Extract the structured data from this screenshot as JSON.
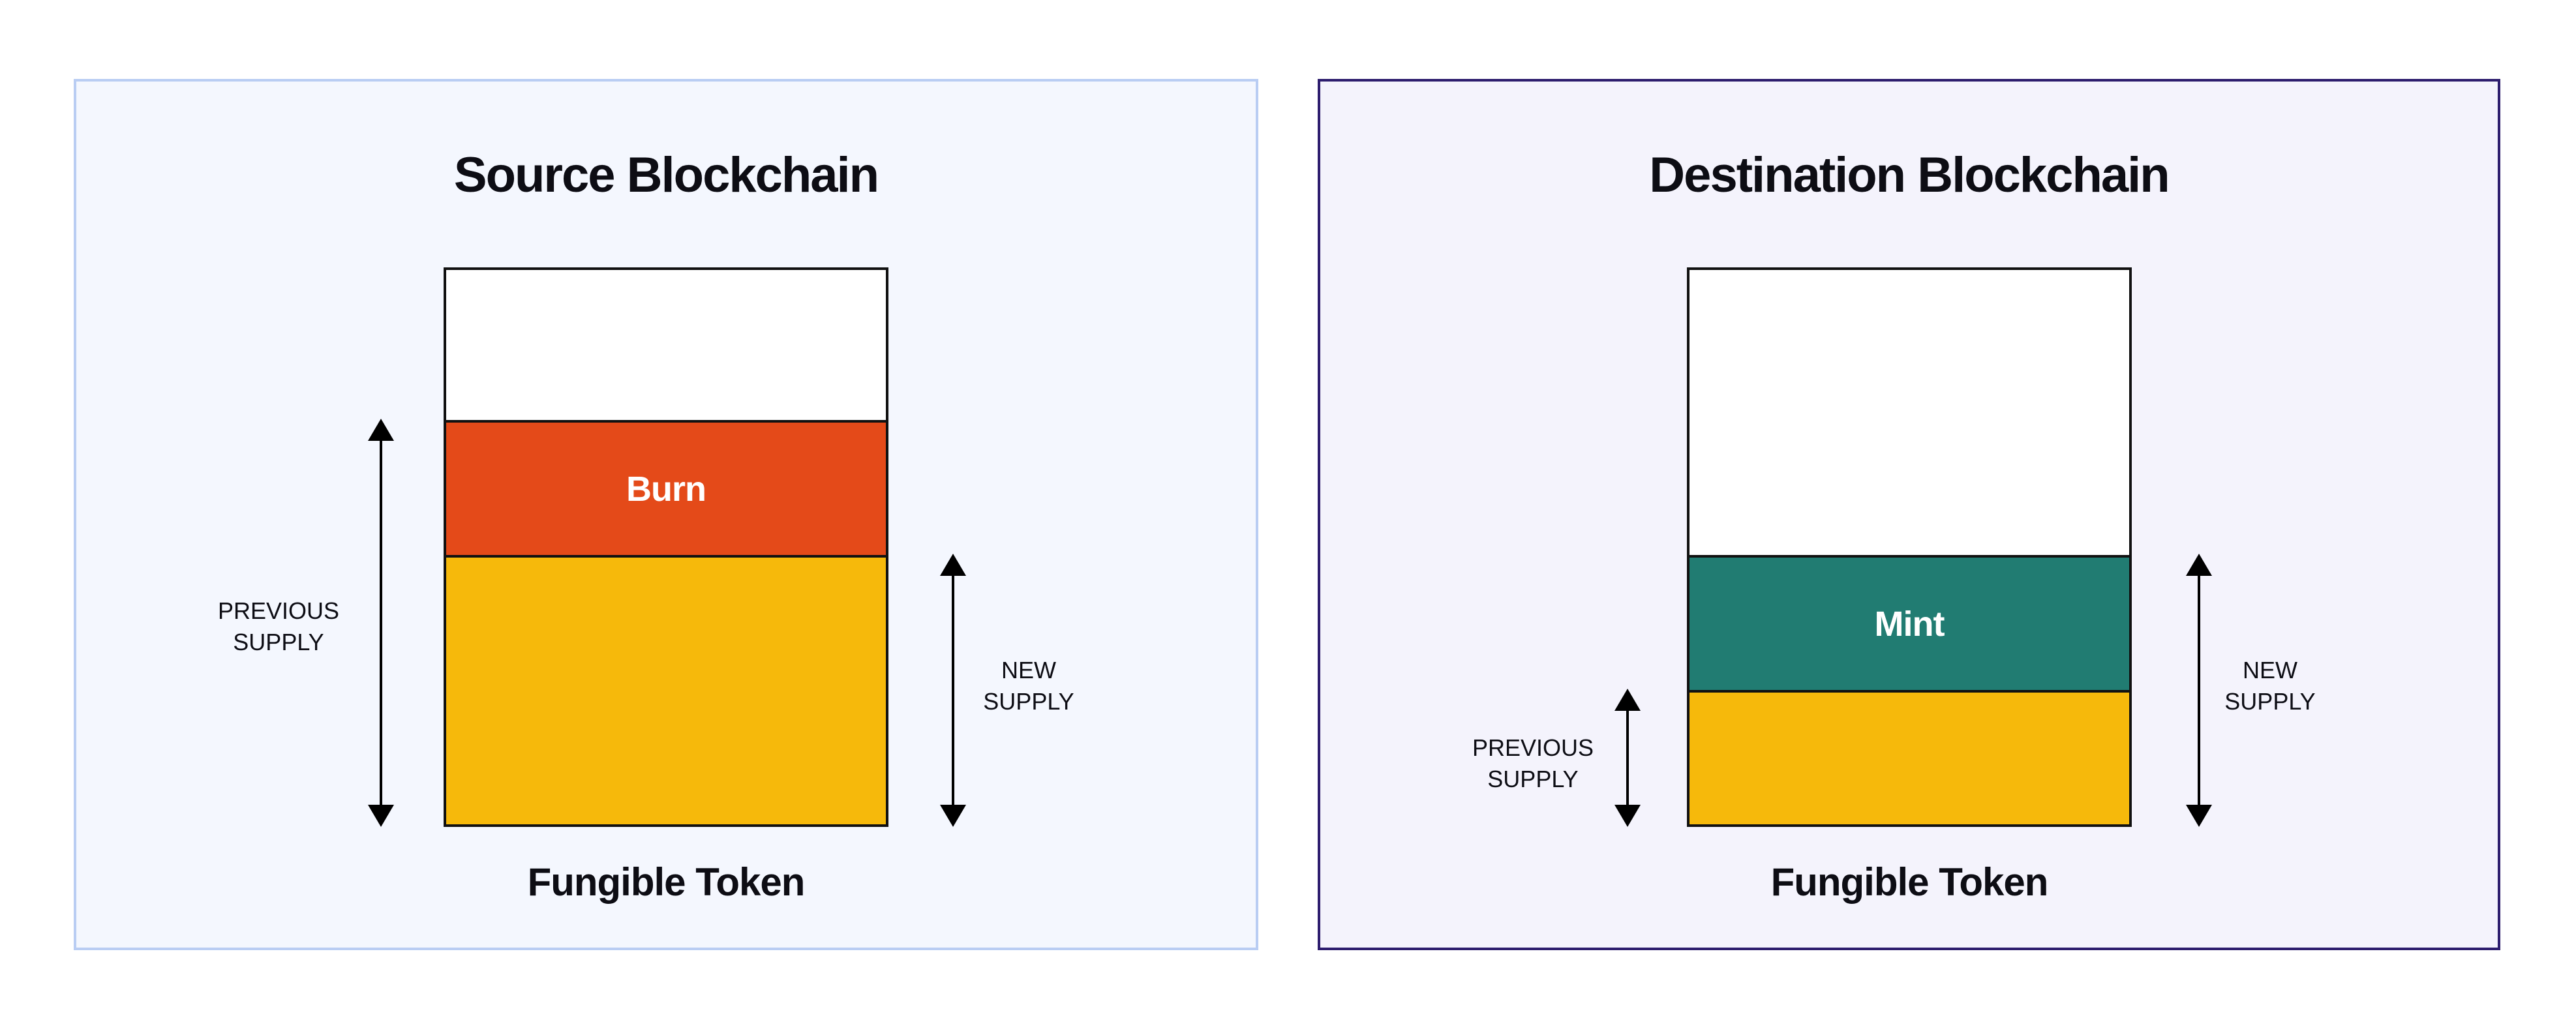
{
  "source": {
    "title": "Source Blockchain",
    "segment_label": "Burn",
    "caption": "Fungible Token",
    "left_arrow_label": [
      "PREVIOUS",
      "SUPPLY"
    ],
    "right_arrow_label": [
      "NEW",
      "SUPPLY"
    ]
  },
  "destination": {
    "title": "Destination Blockchain",
    "segment_label": "Mint",
    "caption": "Fungible Token",
    "left_arrow_label": [
      "PREVIOUS",
      "SUPPLY"
    ],
    "right_arrow_label": [
      "NEW",
      "SUPPLY"
    ]
  },
  "colors": {
    "burn": "#e44a19",
    "mint": "#217c72",
    "supply": "#f6b90b",
    "source_panel_border": "#b9cdf3",
    "destination_panel_border": "#2d1d6e"
  }
}
